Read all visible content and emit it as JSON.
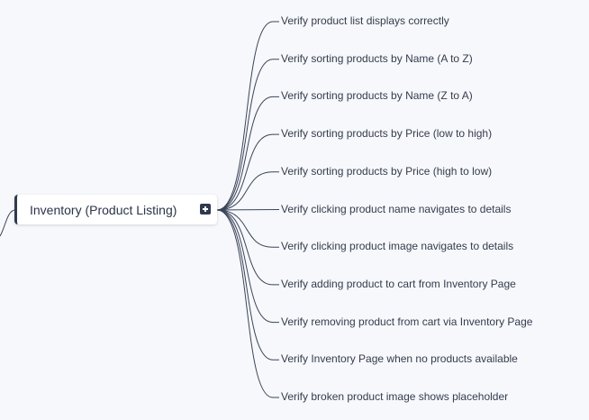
{
  "mindmap": {
    "root_label": "Inventory (Product Listing)",
    "children": [
      "Verify product list displays correctly",
      "Verify sorting products by Name (A to Z)",
      "Verify sorting products by Name (Z to A)",
      "Verify sorting products by Price (low to high)",
      "Verify sorting products by Price (high to low)",
      "Verify clicking product name navigates to details",
      "Verify clicking product image navigates to details",
      "Verify adding product to cart from Inventory Page",
      "Verify removing product from cart via Inventory Page",
      "Verify Inventory Page when no products available",
      "Verify broken product image shows placeholder"
    ]
  },
  "colors": {
    "background": "#f7f8fb",
    "connector": "#3a4459",
    "node_text": "#2b3447",
    "node_accent": "#2f3a4f"
  },
  "icons": {
    "expand": "plus-square-icon"
  }
}
